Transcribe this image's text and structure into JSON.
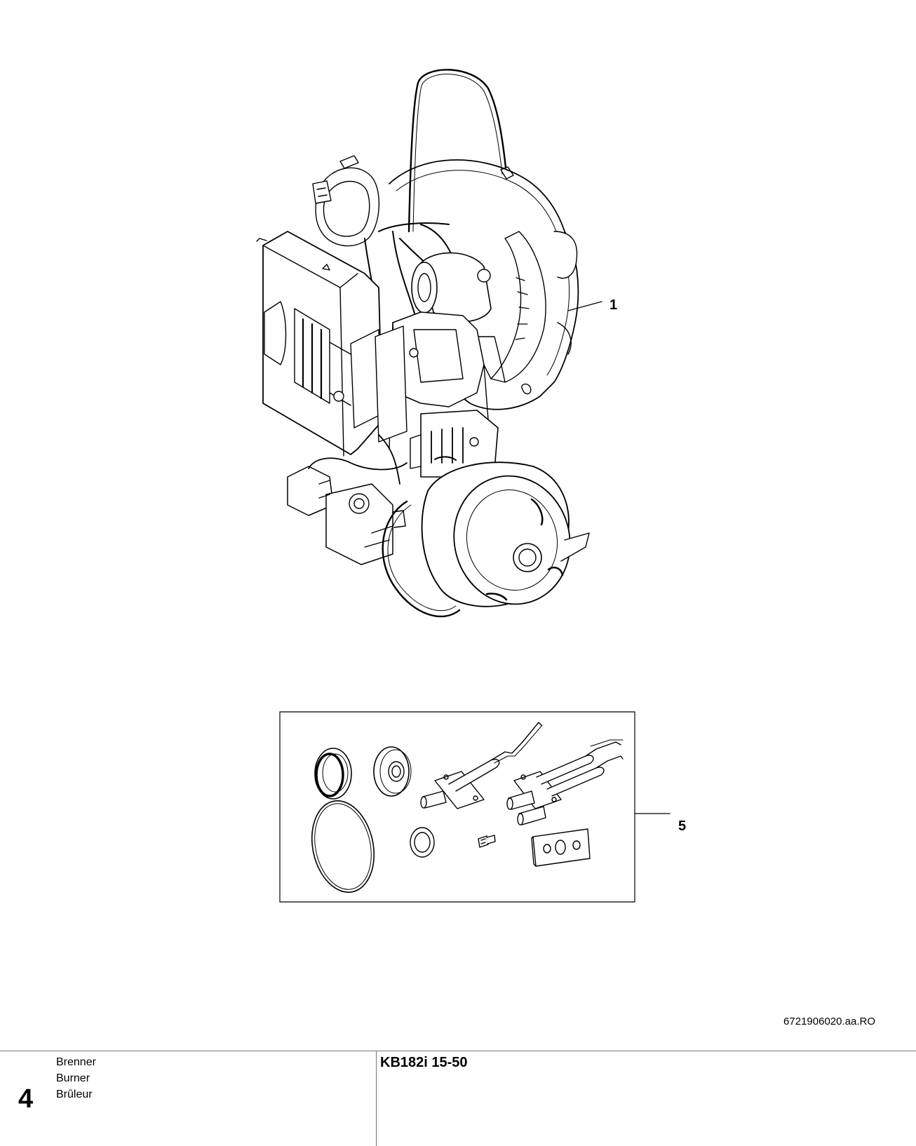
{
  "callouts": {
    "main_assembly": "1",
    "service_kit": "5"
  },
  "drawing_number": "6721906020.aa.RO",
  "footer": {
    "page_number": "4",
    "titles": [
      "Brenner",
      "Burner",
      "Brûleur"
    ],
    "model": "KB182i 15-50"
  },
  "icons": {
    "drawing": "burner-exploded-line-drawing",
    "kit": "burner-service-kit-parts"
  }
}
